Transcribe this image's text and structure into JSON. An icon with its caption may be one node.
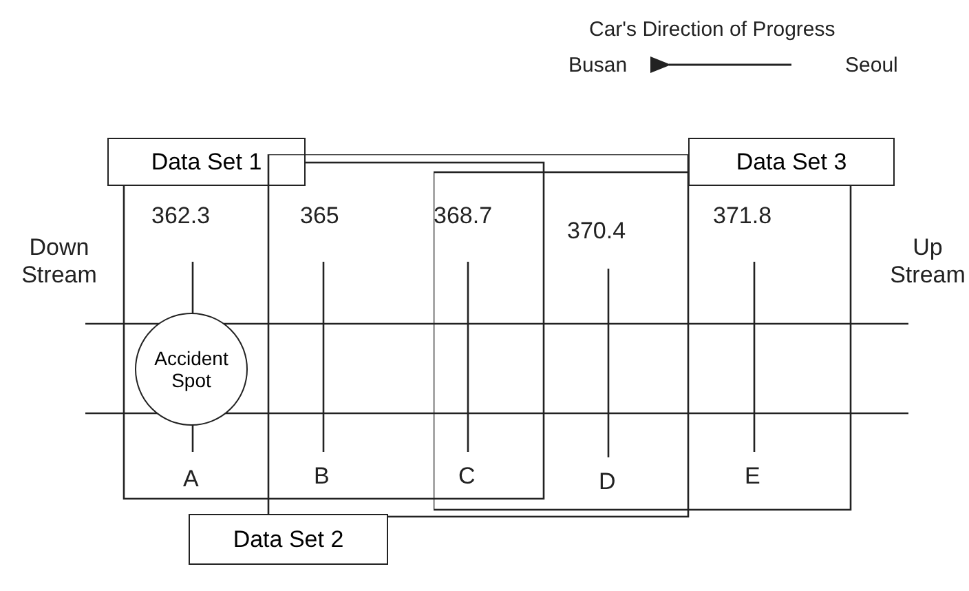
{
  "diagram": {
    "nodes": [
      {
        "text": [
          "Data Set 1"
        ]
      },
      {
        "text": [
          "Accident Spot"
        ],
        "in": 0
      },
      {
        "text": [
          "Data Set 3"
        ]
      },
      {
        "text": [
          "Data Set 2"
        ]
      }
    ],
    "labels": [
      "Car's Direction of Progress",
      "Busan",
      "Seoul",
      "Down Stream",
      "362.3",
      "365",
      "368.7",
      "370.4",
      "371.8",
      "Up Stream",
      "A",
      "B",
      "C",
      "D",
      "E"
    ]
  }
}
